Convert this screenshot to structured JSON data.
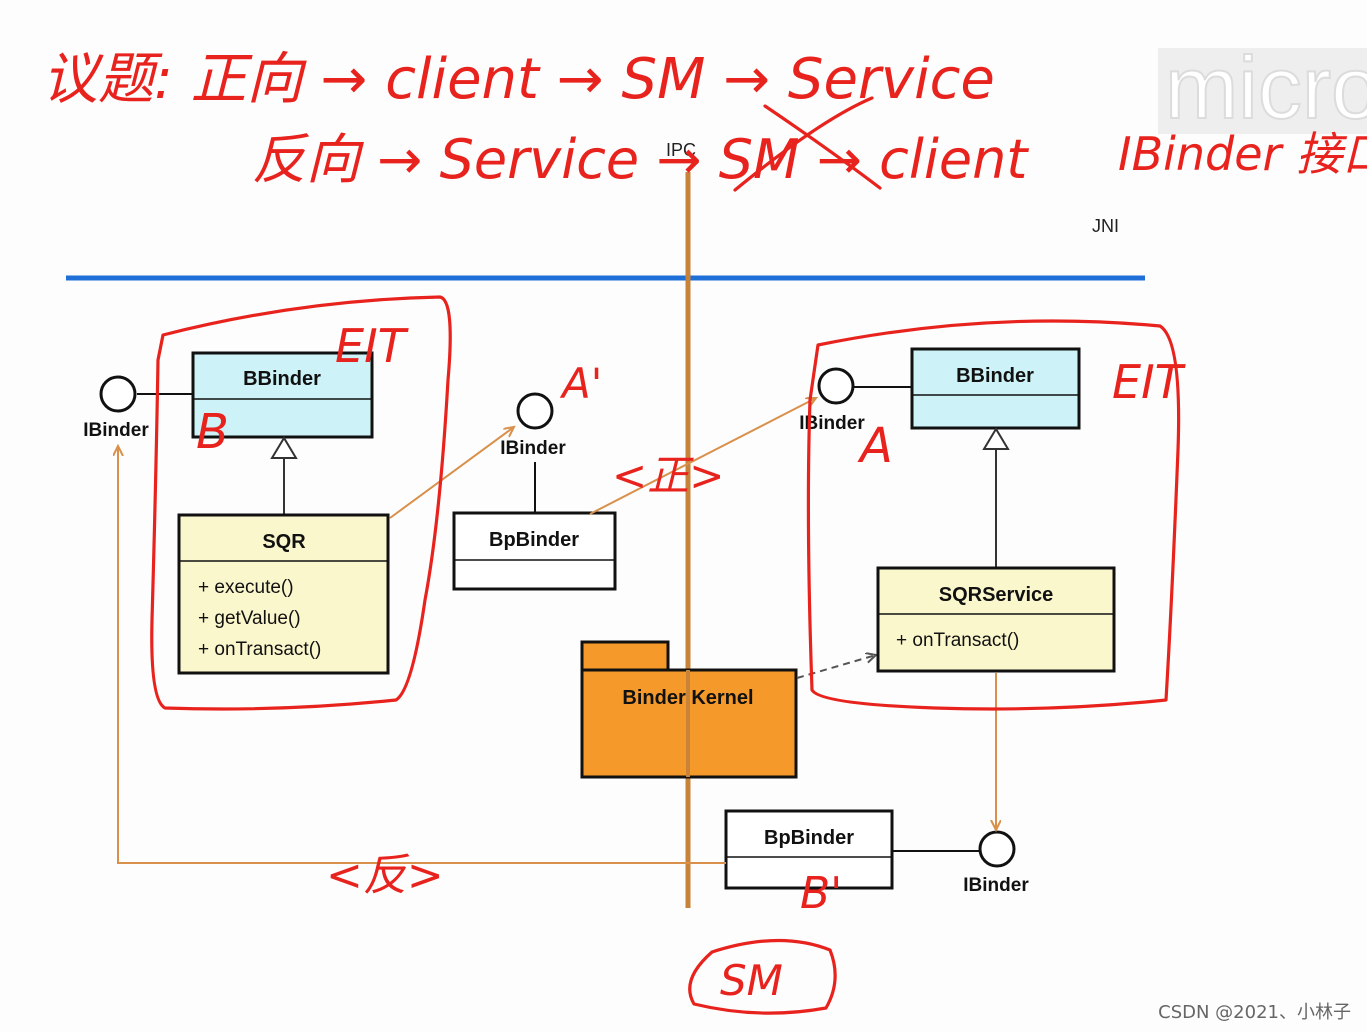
{
  "diagram": {
    "ipc_label": "IPC",
    "jni_label": "JNI",
    "left": {
      "bbinder_title": "BBinder",
      "ibinder_label": "IBinder",
      "sqr_title": "SQR",
      "sqr_methods": [
        "+ execute()",
        "+ getValue()",
        "+ onTransact()"
      ]
    },
    "middle": {
      "ibinder_label": "IBinder",
      "bpbinder_title": "BpBinder",
      "kernel_label": "Binder Kernel"
    },
    "right": {
      "bbinder_title": "BBinder",
      "ibinder_label": "IBinder",
      "service_title": "SQRService",
      "service_methods": [
        "+ onTransact()"
      ]
    },
    "bottom": {
      "bpbinder_title": "BpBinder",
      "ibinder_label": "IBinder"
    }
  },
  "handwriting": {
    "line1": "议题: 正向 → client → SM → Service",
    "line2": "反向 → Service → SM → client",
    "ibinder_note": "IBinder 接口",
    "eit_left": "EIT",
    "eit_right": "EIT",
    "b_mark": "B",
    "a_prime": "A'",
    "a_mark": "A",
    "b_prime": "B'",
    "forward_mark": "<正>",
    "reverse_mark": "<反>",
    "sm_mark": "SM"
  },
  "watermark": {
    "text": "CSDN @2021、小林子",
    "faded_logo": "micro"
  },
  "colors": {
    "blue_line": "#1f6fd8",
    "ipc_line": "#c7833a",
    "bbinder_fill": "#cdf2f7",
    "class_fill": "#fbf7cd",
    "kernel_fill": "#f59a2a",
    "ink": "#e8231e",
    "arrow_orange": "#d8904a"
  }
}
